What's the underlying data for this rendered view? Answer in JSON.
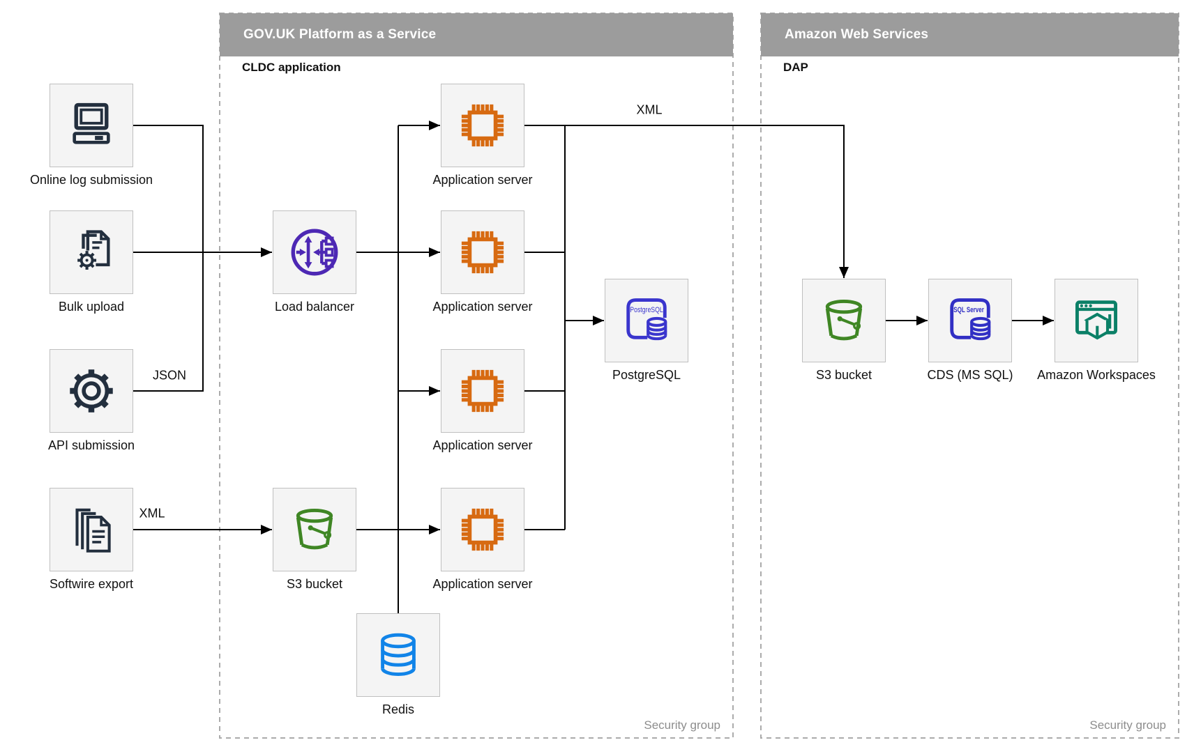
{
  "diagram": {
    "paas": {
      "title": "GOV.UK Platform as a Service",
      "sublabel": "CLDC application",
      "footer": "Security group"
    },
    "aws": {
      "title": "Amazon Web Services",
      "sublabel": "DAP",
      "footer": "Security group"
    },
    "nodes": {
      "online_log": {
        "label": "Online log submission",
        "icon": "computer-icon"
      },
      "bulk_upload": {
        "label": "Bulk upload",
        "icon": "document-gear-icon"
      },
      "api_submission": {
        "label": "API submission",
        "icon": "gear-icon"
      },
      "softwire_export": {
        "label": "Softwire export",
        "icon": "documents-stack-icon"
      },
      "load_balancer": {
        "label": "Load balancer",
        "icon": "load-balancer-icon"
      },
      "app_server_1": {
        "label": "Application server",
        "icon": "chip-icon"
      },
      "app_server_2": {
        "label": "Application server",
        "icon": "chip-icon"
      },
      "app_server_3": {
        "label": "Application server",
        "icon": "chip-icon"
      },
      "app_server_4": {
        "label": "Application server",
        "icon": "chip-icon"
      },
      "s3_paas": {
        "label": "S3 bucket",
        "icon": "bucket-icon"
      },
      "redis": {
        "label": "Redis",
        "icon": "database-icon"
      },
      "postgresql": {
        "label": "PostgreSQL",
        "icon": "postgresql-icon"
      },
      "s3_aws": {
        "label": "S3 bucket",
        "icon": "bucket-icon"
      },
      "cds": {
        "label": "CDS (MS SQL)",
        "icon": "sql-server-icon"
      },
      "workspaces": {
        "label": "Amazon Workspaces",
        "icon": "workspaces-icon"
      }
    },
    "edge_labels": {
      "json": "JSON",
      "xml_export": "XML",
      "xml_to_aws": "XML"
    },
    "icon_texts": {
      "postgresql": "PostgreSQL",
      "sql_server": "SQL Server"
    },
    "colors": {
      "navy": "#232f3e",
      "orange": "#d76a11",
      "purple": "#4d28b4",
      "green": "#3f8624",
      "indigo_pg": "#3a35cd",
      "indigo_sql": "#312fc4",
      "azure": "#1184e8",
      "teal": "#0b8067",
      "header_gray": "#9c9c9c",
      "box_bg": "#f4f4f4",
      "box_border": "#bfbfbf",
      "dash": "#ababab",
      "footer_text": "#8d8d8d",
      "edge": "#000000"
    }
  }
}
